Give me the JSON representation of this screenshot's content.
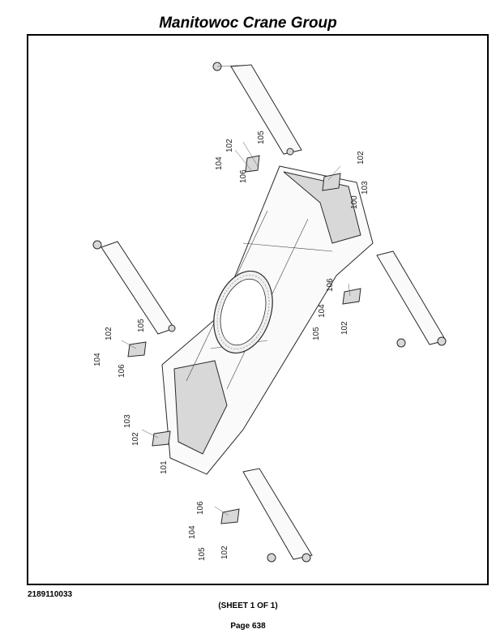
{
  "header": {
    "title": "Manitowoc Crane Group"
  },
  "footer": {
    "doc_number": "2189110033",
    "sheet": "(SHEET 1 OF 1)",
    "page": "Page 638"
  },
  "callouts": {
    "top_left": [
      "105",
      "102",
      "104",
      "106"
    ],
    "top_right": [
      "102",
      "103",
      "100"
    ],
    "left_mid": [
      "105",
      "102",
      "104",
      "106"
    ],
    "right_mid": [
      "106",
      "104",
      "105",
      "102"
    ],
    "left_bottom": [
      "103",
      "102",
      "101"
    ],
    "bottom": [
      "106",
      "104",
      "105",
      "102"
    ]
  }
}
